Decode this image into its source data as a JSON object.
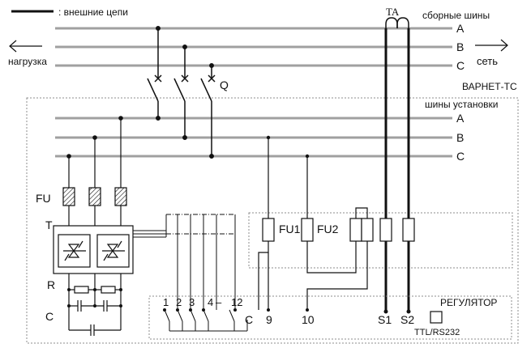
{
  "legend": {
    "label": ": внешние цепи"
  },
  "header": {
    "ta": "TA",
    "busbars_label": "сборные шины",
    "load_label": "нагрузка",
    "grid_label": "сеть"
  },
  "bus_top": [
    "A",
    "B",
    "C"
  ],
  "switch_label": "Q",
  "device_label": "ВАРНЕТ-ТС",
  "install_bus_label": "шины установки",
  "bus_install": [
    "A",
    "B",
    "C"
  ],
  "side_labels": {
    "fu": "FU",
    "t": "T",
    "r": "R",
    "c": "C"
  },
  "fuses": {
    "fu1": "FU1",
    "fu2": "FU2"
  },
  "regulator": {
    "title": "РЕГУЛЯТОР",
    "terminals": [
      "1",
      "2",
      "3",
      "4",
      "12",
      "C",
      "9",
      "10",
      "S1",
      "S2"
    ],
    "dash": "–",
    "interface": "TTL/RS232"
  },
  "colors": {
    "bus_line": "#a0a0a0",
    "stroke": "#111111",
    "dash_border": "#8c8c8c"
  }
}
